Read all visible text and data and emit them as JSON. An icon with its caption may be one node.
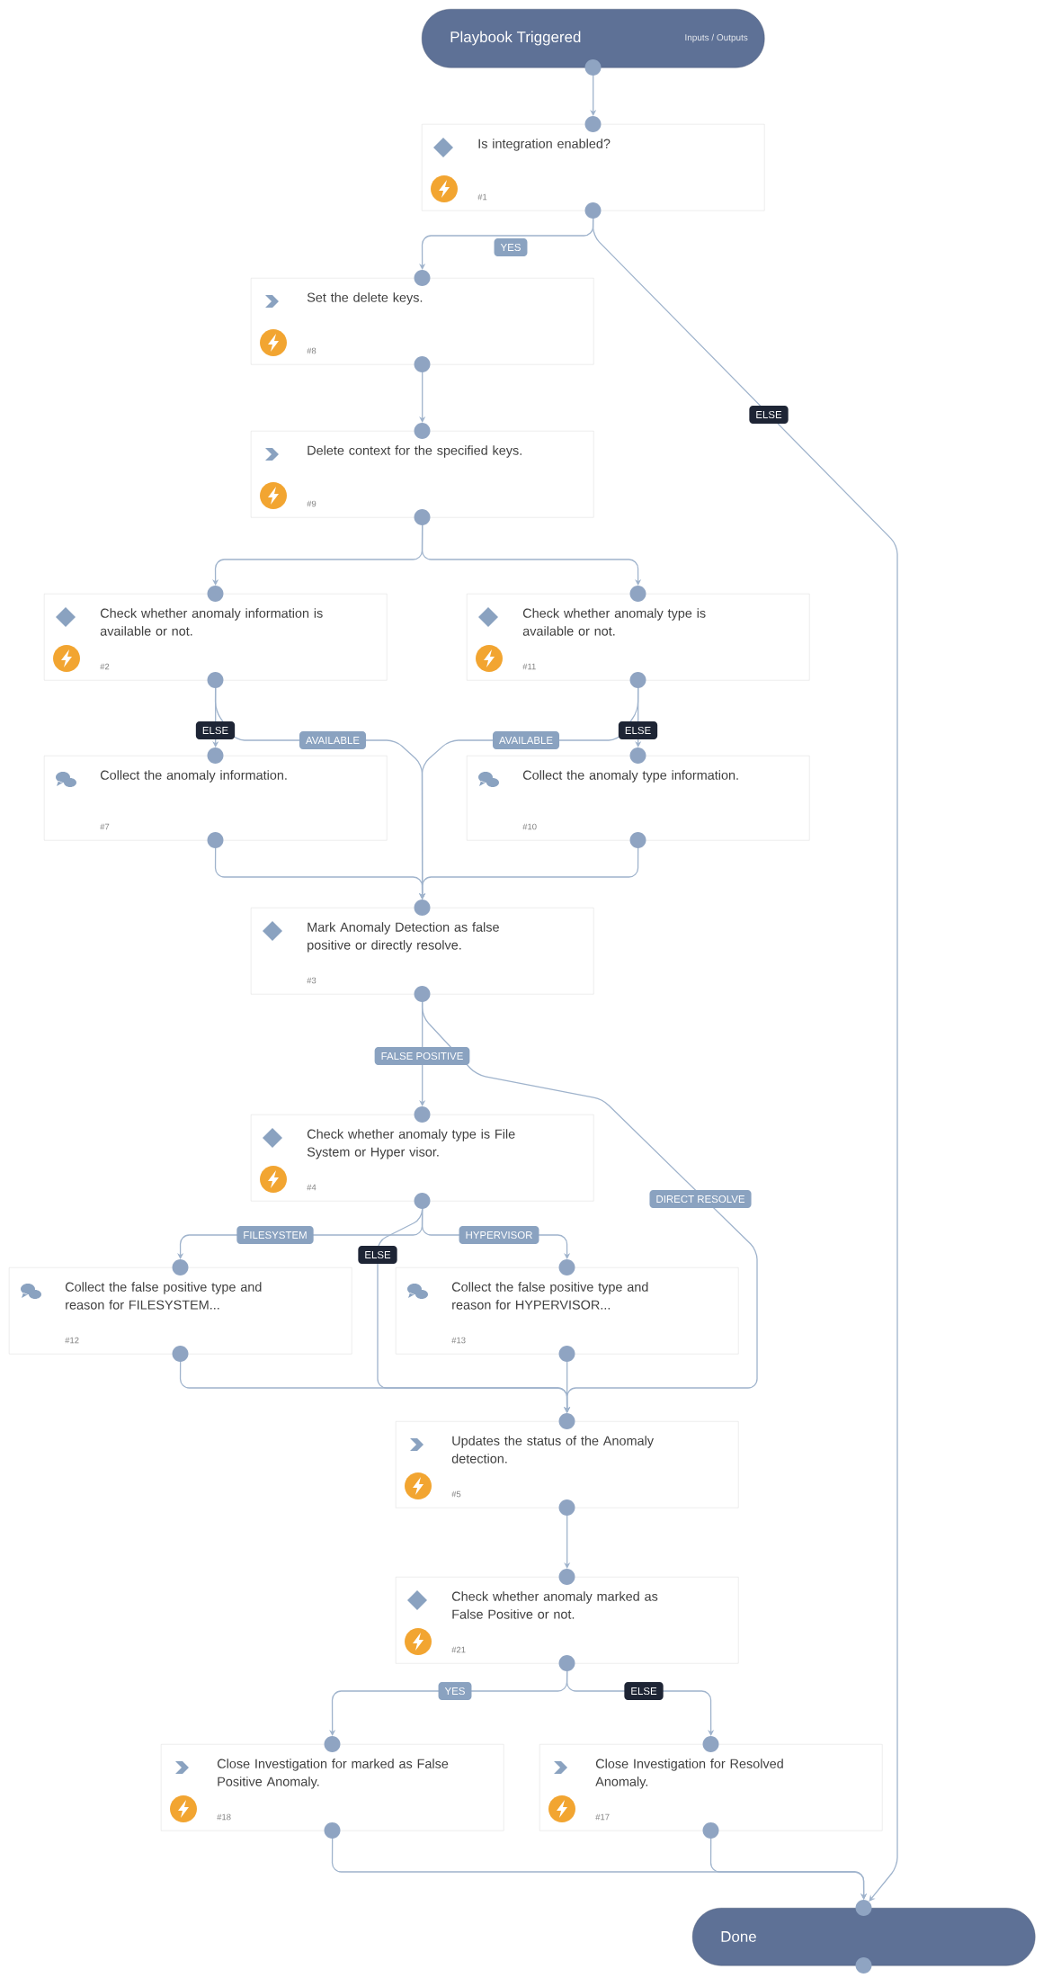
{
  "diagram": {
    "nodes": [
      {
        "text": [
          "Playbook Triggered",
          "Inputs / Outputs"
        ]
      },
      {
        "text": [
          "Is integration enabled?",
          "#1"
        ]
      },
      {
        "text": [
          "Set the delete keys.",
          "#8"
        ]
      },
      {
        "text": [
          "Delete context for the specified keys.",
          "#9"
        ]
      },
      {
        "text": [
          "Check whether anomaly information is available or not.",
          "#2"
        ]
      },
      {
        "text": [
          "Check whether anomaly type is available or not.",
          "#11"
        ]
      },
      {
        "text": [
          "Collect the anomaly information.",
          "#7"
        ]
      },
      {
        "text": [
          "Collect the anomaly type information.",
          "#10"
        ]
      },
      {
        "text": [
          "Mark Anomaly Detection as false positive or directly resolve.",
          "#3"
        ]
      },
      {
        "text": [
          "Check whether anomaly type is File System or Hyper visor.",
          "#4"
        ]
      },
      {
        "text": [
          "Collect the false positive type and reason for FILESYSTEM...",
          "#12"
        ]
      },
      {
        "text": [
          "Collect the false positive type and reason for HYPERVISOR...",
          "#13"
        ]
      },
      {
        "text": [
          "Updates the status of the Anomaly detection.",
          "#5"
        ]
      },
      {
        "text": [
          "Check whether anomaly marked as False Positive or not.",
          "#21"
        ]
      },
      {
        "text": [
          "Close Investigation for marked as False Positive Anomaly.",
          "#18"
        ]
      },
      {
        "text": [
          "Close Investigation for Resolved Anomaly.",
          "#17"
        ]
      },
      {
        "text": [
          "Done"
        ]
      }
    ],
    "edges": [
      {
        "from": 0,
        "to": 1,
        "arrow": "to"
      },
      {
        "from": 1,
        "to": 2,
        "arrow": "to",
        "label": "YES"
      },
      {
        "from": 1,
        "to": 16,
        "arrow": "to",
        "label": "ELSE"
      },
      {
        "from": 2,
        "to": 3,
        "arrow": "to"
      },
      {
        "from": 3,
        "to": 4,
        "arrow": "to"
      },
      {
        "from": 3,
        "to": 5,
        "arrow": "to"
      },
      {
        "from": 4,
        "to": 6,
        "arrow": "to",
        "label": "ELSE"
      },
      {
        "from": 4,
        "to": 8,
        "arrow": "to",
        "label": "AVAILABLE"
      },
      {
        "from": 5,
        "to": 8,
        "arrow": "to",
        "label": "AVAILABLE"
      },
      {
        "from": 5,
        "to": 7,
        "arrow": "to",
        "label": "ELSE"
      },
      {
        "from": 6,
        "to": 8,
        "arrow": "to"
      },
      {
        "from": 7,
        "to": 8,
        "arrow": "to"
      },
      {
        "from": 8,
        "to": 9,
        "arrow": "to",
        "label": "FALSE POSITIVE"
      },
      {
        "from": 8,
        "to": 12,
        "arrow": "to",
        "label": "DIRECT RESOLVE"
      },
      {
        "from": 9,
        "to": 10,
        "arrow": "to",
        "label": "FILESYSTEM"
      },
      {
        "from": 9,
        "to": 11,
        "arrow": "to",
        "label": "HYPERVISOR"
      },
      {
        "from": 9,
        "to": 12,
        "arrow": "to",
        "label": "ELSE"
      },
      {
        "from": 10,
        "to": 12,
        "arrow": "to"
      },
      {
        "from": 11,
        "to": 12,
        "arrow": "to"
      },
      {
        "from": 12,
        "to": 13,
        "arrow": "to"
      },
      {
        "from": 13,
        "to": 14,
        "arrow": "to",
        "label": "YES"
      },
      {
        "from": 13,
        "to": 15,
        "arrow": "to",
        "label": "ELSE"
      },
      {
        "from": 14,
        "to": 16,
        "arrow": "to"
      },
      {
        "from": 15,
        "to": 16,
        "arrow": "to"
      }
    ]
  }
}
